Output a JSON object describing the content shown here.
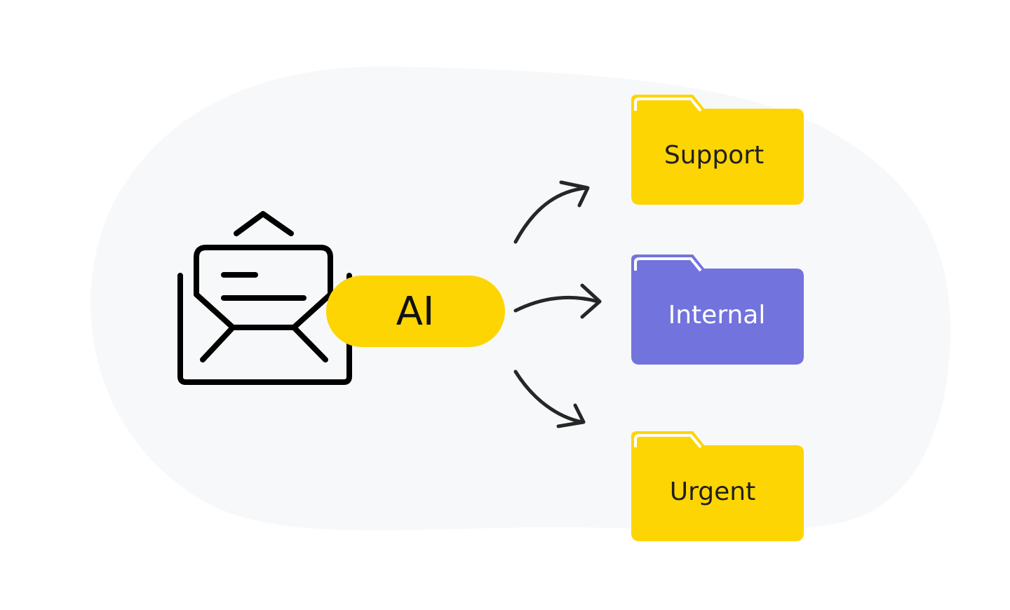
{
  "colors": {
    "blob": "#f7f8f9",
    "yellow": "#fdd503",
    "purple": "#7373de",
    "line": "#262626",
    "text_dark": "#1f1f1f",
    "text_light": "#ffffff"
  },
  "icons": {
    "source": "open-envelope-icon",
    "arrows": "curved-arrow-icon",
    "folders": "folder-icon"
  },
  "ai_badge": {
    "label": "AI"
  },
  "folders": [
    {
      "label": "Support"
    },
    {
      "label": "Internal"
    },
    {
      "label": "Urgent"
    }
  ]
}
